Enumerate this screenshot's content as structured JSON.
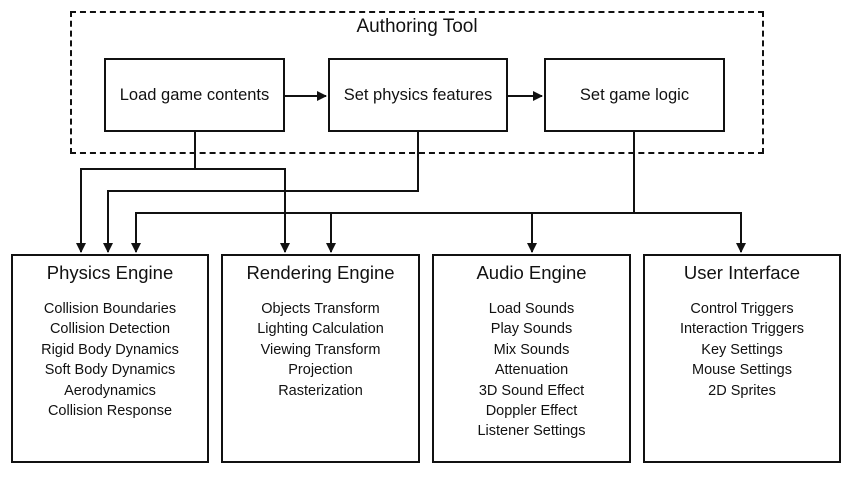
{
  "authoring_tool": {
    "title": "Authoring Tool",
    "steps": [
      {
        "label": "Load game contents"
      },
      {
        "label": "Set physics features"
      },
      {
        "label": "Set game logic"
      }
    ]
  },
  "engines": [
    {
      "title": "Physics Engine",
      "items": [
        "Collision Boundaries",
        "Collision Detection",
        "Rigid Body Dynamics",
        "Soft Body Dynamics",
        "Aerodynamics",
        "Collision Response"
      ]
    },
    {
      "title": "Rendering Engine",
      "items": [
        "Objects Transform",
        "Lighting Calculation",
        "Viewing Transform",
        "Projection",
        "Rasterization"
      ]
    },
    {
      "title": "Audio Engine",
      "items": [
        "Load Sounds",
        "Play Sounds",
        "Mix Sounds",
        "Attenuation",
        "3D Sound Effect",
        "Doppler Effect",
        "Listener Settings"
      ]
    },
    {
      "title": "User Interface",
      "items": [
        "Control Triggers",
        "Interaction Triggers",
        "Key Settings",
        "Mouse Settings",
        "2D Sprites"
      ]
    }
  ],
  "connections": [
    {
      "from": "Load game contents",
      "to": "Set physics features"
    },
    {
      "from": "Set physics features",
      "to": "Set game logic"
    },
    {
      "from": "Load game contents",
      "to": "Physics Engine"
    },
    {
      "from": "Load game contents",
      "to": "Rendering Engine"
    },
    {
      "from": "Set physics features",
      "to": "Physics Engine"
    },
    {
      "from": "Set game logic",
      "to": "Physics Engine"
    },
    {
      "from": "Set game logic",
      "to": "Rendering Engine"
    },
    {
      "from": "Set game logic",
      "to": "Audio Engine"
    },
    {
      "from": "Set game logic",
      "to": "User Interface"
    }
  ],
  "colors": {
    "line": "#111111",
    "background": "#ffffff"
  }
}
